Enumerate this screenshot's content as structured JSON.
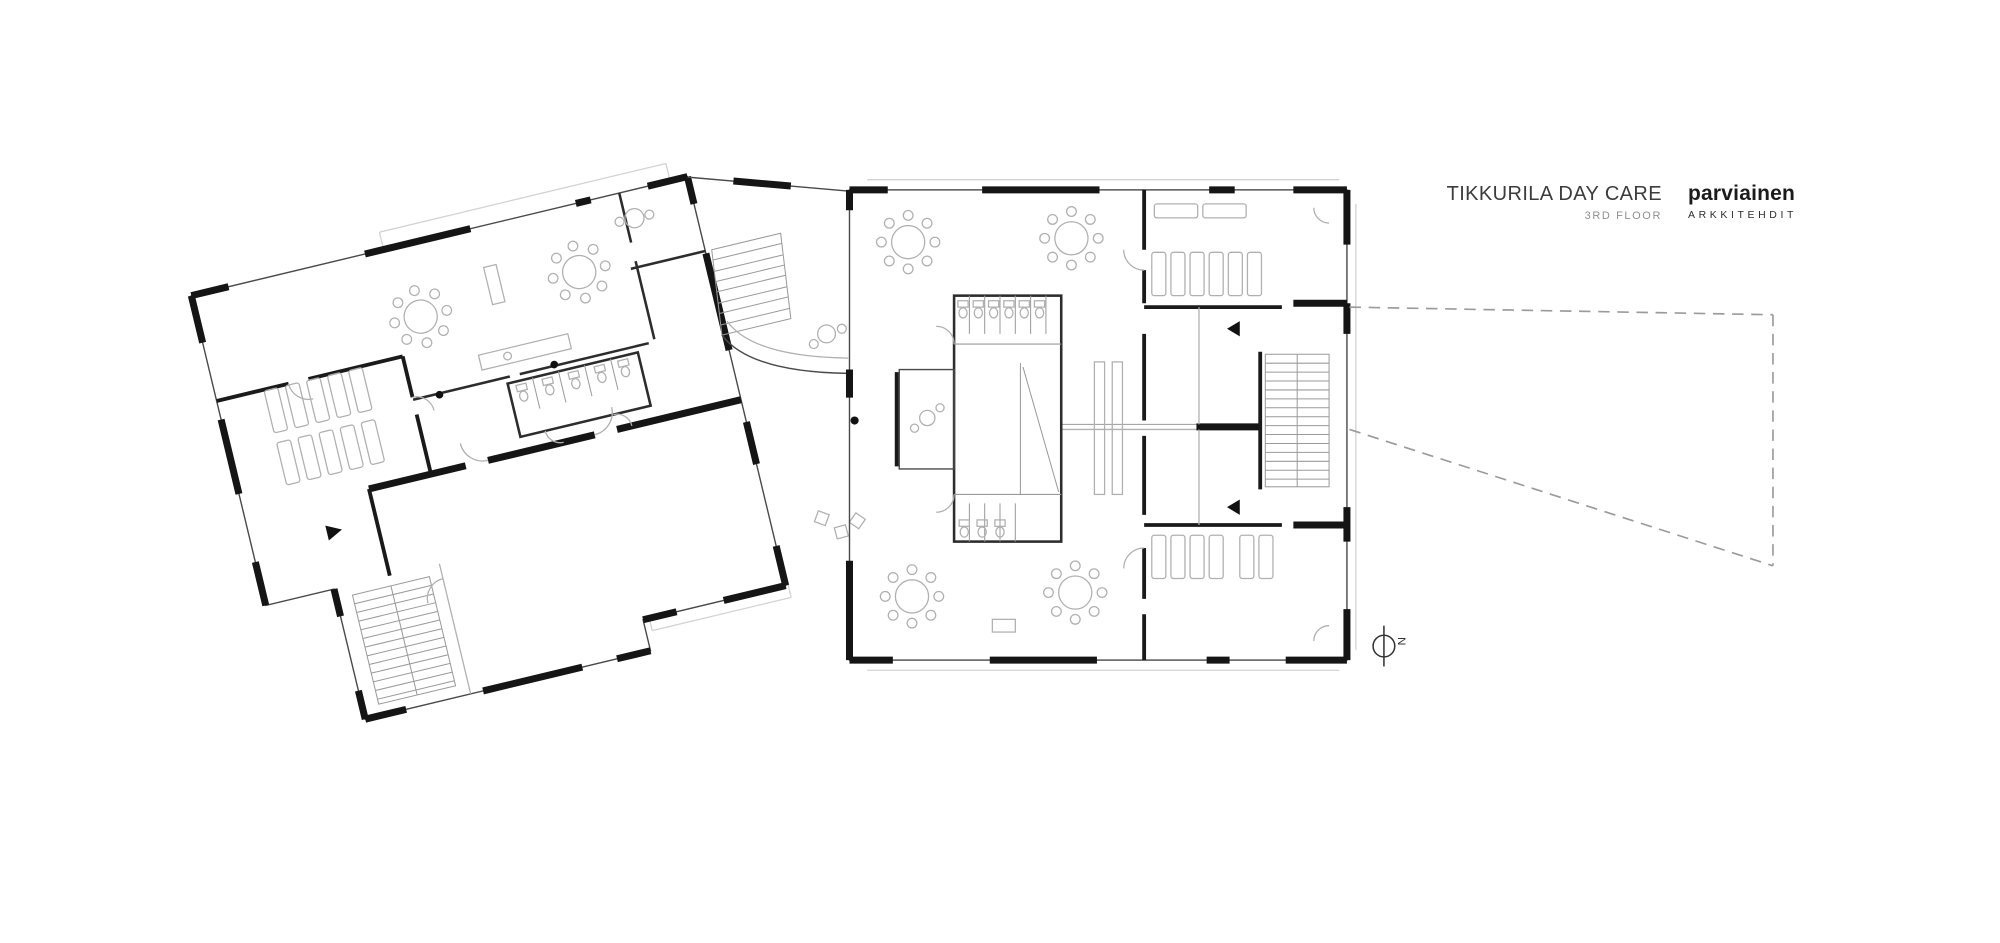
{
  "title_block": {
    "project_title": "TIKKURILA DAY CARE",
    "floor_label": "3RD FLOOR",
    "firm_name": "parviainen",
    "firm_subtitle": "ARKKITEHDIT"
  },
  "plan": {
    "north_label": "N",
    "colors": {
      "wall": "#151515",
      "interior_wall": "#2c2c2c",
      "outline": "#4a4a4a",
      "furniture": "#b0b0b0",
      "dashed_extension": "#9b9b9b",
      "title_text": "#3c3c3c",
      "muted_text": "#8f8f8f"
    }
  }
}
